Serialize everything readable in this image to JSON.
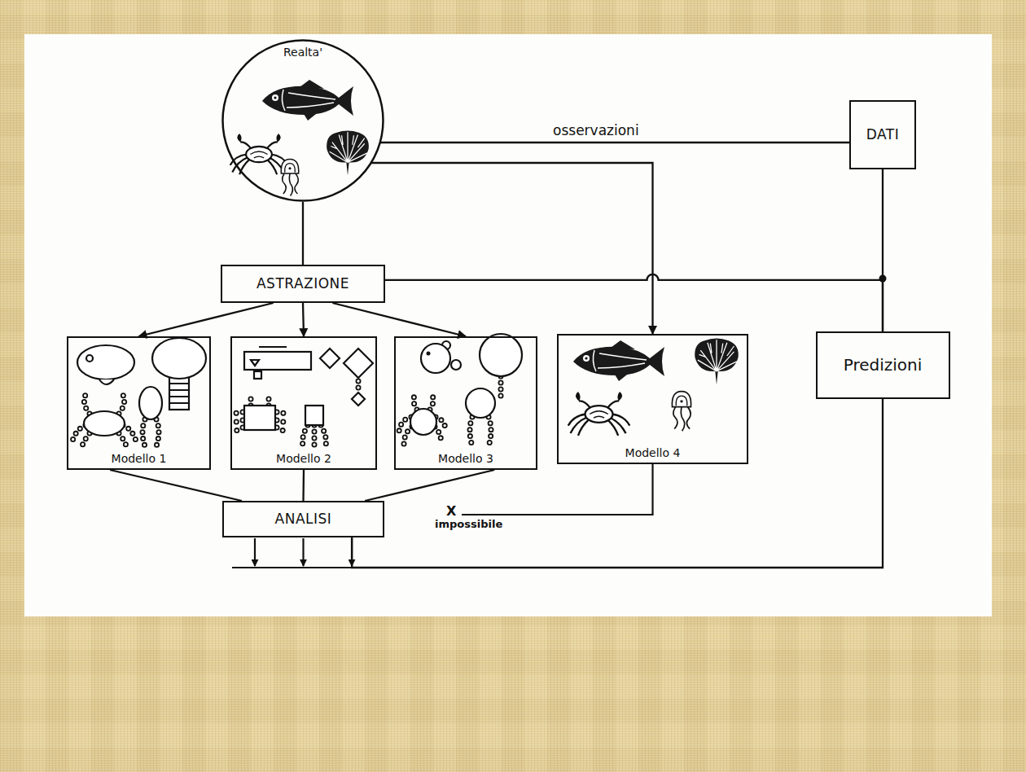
{
  "diagram": {
    "nodes": [
      {
        "text": [
          "Realta'"
        ]
      },
      {
        "text": [
          "DATI"
        ]
      },
      {
        "text": [
          "ASTRAZIONE"
        ]
      },
      {
        "text": [
          "Modello 1"
        ]
      },
      {
        "text": [
          "Modello 2"
        ]
      },
      {
        "text": [
          "Modello 3"
        ]
      },
      {
        "text": [
          "Modello 4"
        ]
      },
      {
        "text": [
          "Predizioni"
        ]
      },
      {
        "text": [
          "ANALISI"
        ]
      }
    ],
    "edges": [
      {
        "from": 0,
        "to": 1,
        "label": "osservazioni",
        "arrow": "none"
      },
      {
        "from": 0,
        "to": 2,
        "arrow": "none"
      },
      {
        "from": 0,
        "to": 6,
        "arrow": "to"
      },
      {
        "from": 2,
        "to": 3,
        "arrow": "to"
      },
      {
        "from": 2,
        "to": 4,
        "arrow": "to"
      },
      {
        "from": 2,
        "to": 5,
        "arrow": "to"
      },
      {
        "from": 1,
        "to": 7,
        "arrow": "none"
      },
      {
        "from": 2,
        "to": 7,
        "arrow": "none"
      },
      {
        "from": 3,
        "to": 8,
        "arrow": "none"
      },
      {
        "from": 4,
        "to": 8,
        "arrow": "none"
      },
      {
        "from": 5,
        "to": 8,
        "arrow": "none"
      },
      {
        "from": 7,
        "to": 8,
        "arrow": "none"
      }
    ],
    "labels": [
      "X",
      "impossibile"
    ]
  }
}
